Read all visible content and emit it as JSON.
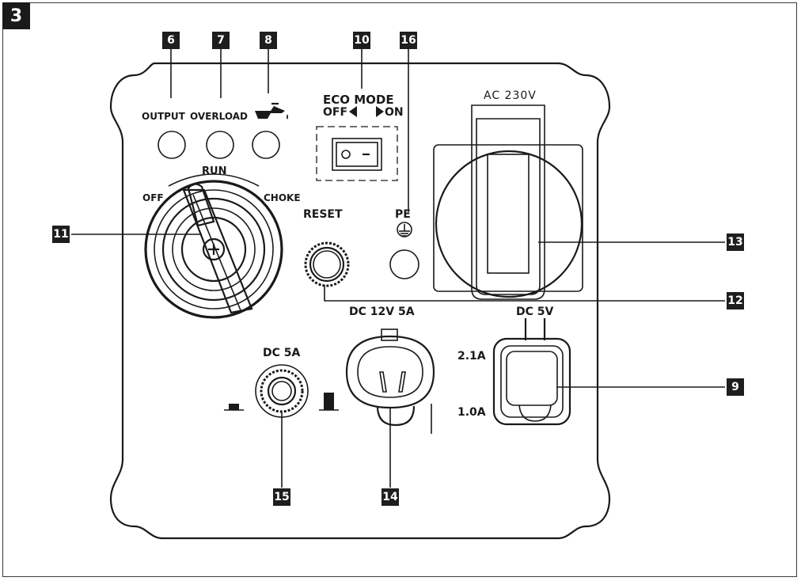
{
  "figure": {
    "number": "3"
  },
  "callouts": [
    "6",
    "7",
    "8",
    "10",
    "16",
    "11",
    "13",
    "12",
    "9",
    "15",
    "14"
  ],
  "labels": {
    "output": "OUTPUT",
    "overload": "OVERLOAD",
    "eco_mode": "ECO MODE",
    "eco_off": "OFF",
    "eco_on": "ON",
    "run": "RUN",
    "off": "OFF",
    "choke": "CHOKE",
    "reset": "RESET",
    "pe": "PE",
    "ac": "AC 230V",
    "dc12": "DC 12V 5A",
    "dc5v": "DC 5V",
    "amp_high": "2.1A",
    "amp_low": "1.0A",
    "dc5a": "DC 5A"
  },
  "icons": [
    "oil-can-icon",
    "ground-icon",
    "switch-icon",
    "screw-icon"
  ]
}
